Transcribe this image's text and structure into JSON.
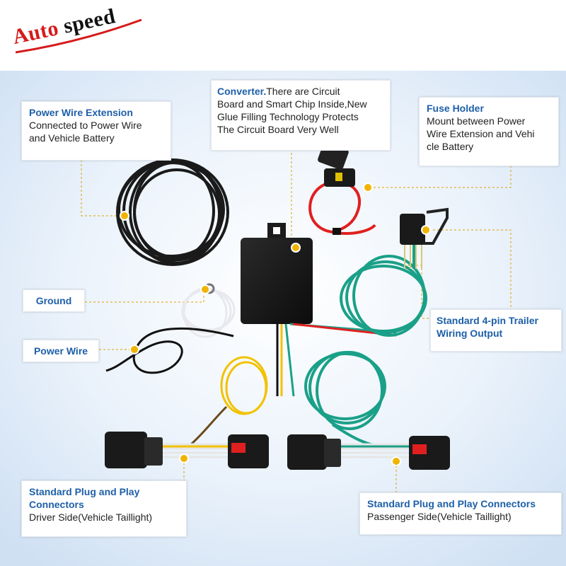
{
  "brand": {
    "part1": "Auto",
    "part2": "speed",
    "color_red": "#d61a1a"
  },
  "labels": {
    "power_wire_extension": {
      "title": "Power Wire Extension",
      "desc1": "Connected to Power Wire",
      "desc2": "and Vehicle Battery"
    },
    "converter": {
      "title": "Converter.",
      "desc1": "There are Circuit",
      "desc2": "Board and Smart Chip Inside,New",
      "desc3": "Glue Filling Technology Protects",
      "desc4": "The Circuit Board Very Well"
    },
    "fuse_holder": {
      "title": "Fuse Holder",
      "desc1": "Mount between Power",
      "desc2": "Wire Extension and Vehi",
      "desc3": "cle Battery"
    },
    "ground": {
      "title": "Ground"
    },
    "power_wire": {
      "title": "Power Wire"
    },
    "output": {
      "title1": "Standard 4-pin Trailer",
      "title2": "Wiring Output"
    },
    "driver": {
      "title1": "Standard Plug and Play",
      "title2": "Connectors",
      "desc": "Driver Side(Vehicle Taillight)"
    },
    "passenger": {
      "title": "Standard Plug and Play Connectors",
      "desc": "Passenger Side(Vehicle Taillight)"
    }
  },
  "colors": {
    "title_blue": "#1d5fa8",
    "leader_orange": "#e0a000",
    "wire_green": "#1aa088",
    "wire_yellow": "#f2c200",
    "wire_red": "#e02020"
  }
}
